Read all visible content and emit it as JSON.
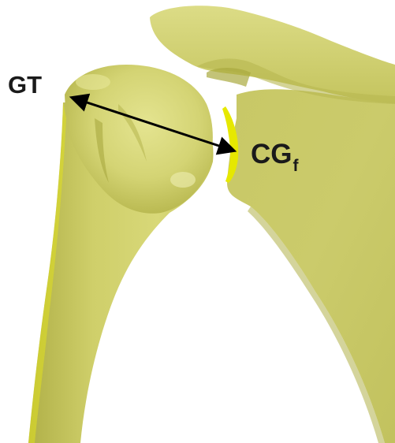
{
  "labels": {
    "greater_tuberosity": "GT",
    "glenoid_center_main": "CG",
    "glenoid_center_subscript": "f"
  },
  "colors": {
    "bone": "#d2d270",
    "bone_shadow": "#b4b44e",
    "bone_highlight": "#ecec9a",
    "glenoid_rim": "#e6e800",
    "arrow": "#000000",
    "background": "#ffffff"
  },
  "structures": [
    "humerus",
    "scapula",
    "acromion",
    "glenoid-rim"
  ],
  "measurement": {
    "from": "GT",
    "to": "CGf",
    "style": "double-headed-arrow"
  }
}
